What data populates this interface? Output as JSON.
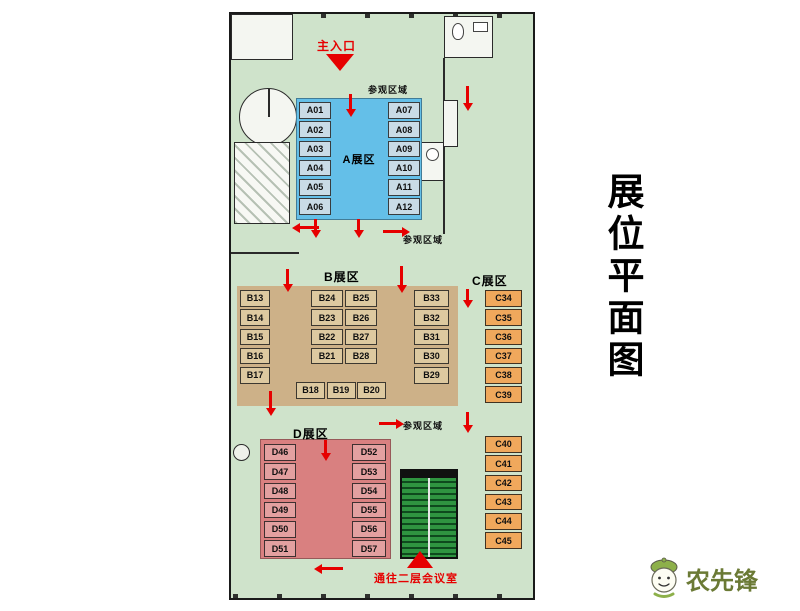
{
  "page_title": "展位平面图",
  "plan": {
    "entrance_label": "主入口",
    "exit_label": "通往二层会议室",
    "visit_labels": [
      "参观区域",
      "参观区域",
      "参观区域"
    ],
    "arrow_color": "#e60000",
    "floor_color": "#cfe3cb",
    "zones": {
      "a": {
        "label": "A展区",
        "color": "#64bfe8",
        "left": [
          "A01",
          "A02",
          "A03",
          "A04",
          "A05",
          "A06"
        ],
        "right": [
          "A07",
          "A08",
          "A09",
          "A10",
          "A11",
          "A12"
        ]
      },
      "b": {
        "label": "B展区",
        "color": "#cdb188",
        "left": [
          "B13",
          "B14",
          "B15",
          "B16",
          "B17"
        ],
        "middle": [
          "B24",
          "B25",
          "B23",
          "B26",
          "B22",
          "B27",
          "B21",
          "B28"
        ],
        "right": [
          "B33",
          "B32",
          "B31",
          "B30",
          "B29"
        ],
        "bottom": [
          "B18",
          "B19",
          "B20"
        ]
      },
      "c": {
        "label": "C展区",
        "color": "#f0a85c",
        "upper": [
          "C34",
          "C35",
          "C36",
          "C37",
          "C38",
          "C39"
        ],
        "lower": [
          "C40",
          "C41",
          "C42",
          "C43",
          "C44",
          "C45"
        ]
      },
      "d": {
        "label": "D展区",
        "color": "#d98080",
        "left": [
          "D46",
          "D47",
          "D48",
          "D49",
          "D50",
          "D51"
        ],
        "right": [
          "D52",
          "D53",
          "D54",
          "D55",
          "D56",
          "D57"
        ]
      }
    }
  },
  "watermark": {
    "brand": "农先锋"
  }
}
